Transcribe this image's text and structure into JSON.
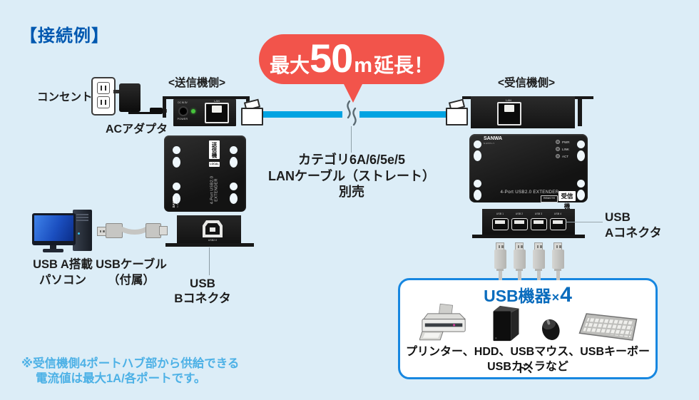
{
  "title": "【接続例】",
  "bubble": {
    "prefix": "最大",
    "value": "50",
    "unit": "m",
    "suffix": "延長！"
  },
  "power": {
    "outlet_label": "コンセント",
    "adapter_label": "ACアダプタ"
  },
  "sender": {
    "side_label": "<送信機側>",
    "panel": {
      "dc_label": "DC IN 5V",
      "power_label": "POWER",
      "lan_label": "LAN"
    },
    "body": {
      "tag": "送信機",
      "badge": "LOCAL",
      "model": "4-Port USB2.0 EXTENDER",
      "brand": "SANWA",
      "brand_sub": "SUPPLY"
    },
    "usb_b_panel": {
      "port_label": "USB2.0"
    },
    "usb_b_caption_line1": "USB",
    "usb_b_caption_line2": "Bコネクタ"
  },
  "lan_cable": {
    "caption_line1": "カテゴリ6A/6/5e/5",
    "caption_line2": "LANケーブル（ストレート）",
    "caption_line3": "別売"
  },
  "receiver": {
    "side_label": "<受信機側>",
    "panel": {
      "lan_label": "LAN"
    },
    "body": {
      "brand": "SANWA",
      "brand_sub": "SUPPLY",
      "leds": [
        "PWR",
        "LINK",
        "ACT"
      ],
      "model": "4-Port USB2.0 EXTENDER",
      "badge": "REMOTE",
      "tag": "受信機"
    },
    "hub_ports": [
      "USB 1",
      "USB 2",
      "USB 3",
      "USB 4"
    ],
    "usb_a_caption_line1": "USB",
    "usb_a_caption_line2": "Aコネクタ"
  },
  "pc": {
    "caption_line1": "USB A搭載",
    "caption_line2": "パソコン",
    "cable_caption_line1": "USBケーブル",
    "cable_caption_line2": "（付属）"
  },
  "usb_box": {
    "title": "USB機器",
    "times": "×",
    "count": "4",
    "desc_line1": "プリンター、HDD、USBマウス、USBキーボード、",
    "desc_line2": "USBカメラなど"
  },
  "note": {
    "line1": "※受信機側4ポートハブ部から供給できる",
    "line2": "電流値は最大1A/各ポートです。"
  },
  "colors": {
    "background": "#dcedf7",
    "title_blue": "#0058b0",
    "bubble_red": "#f2544b",
    "cable_blue": "#00a3e2",
    "box_border_blue": "#1787e0",
    "note_blue": "#4db1e6"
  }
}
